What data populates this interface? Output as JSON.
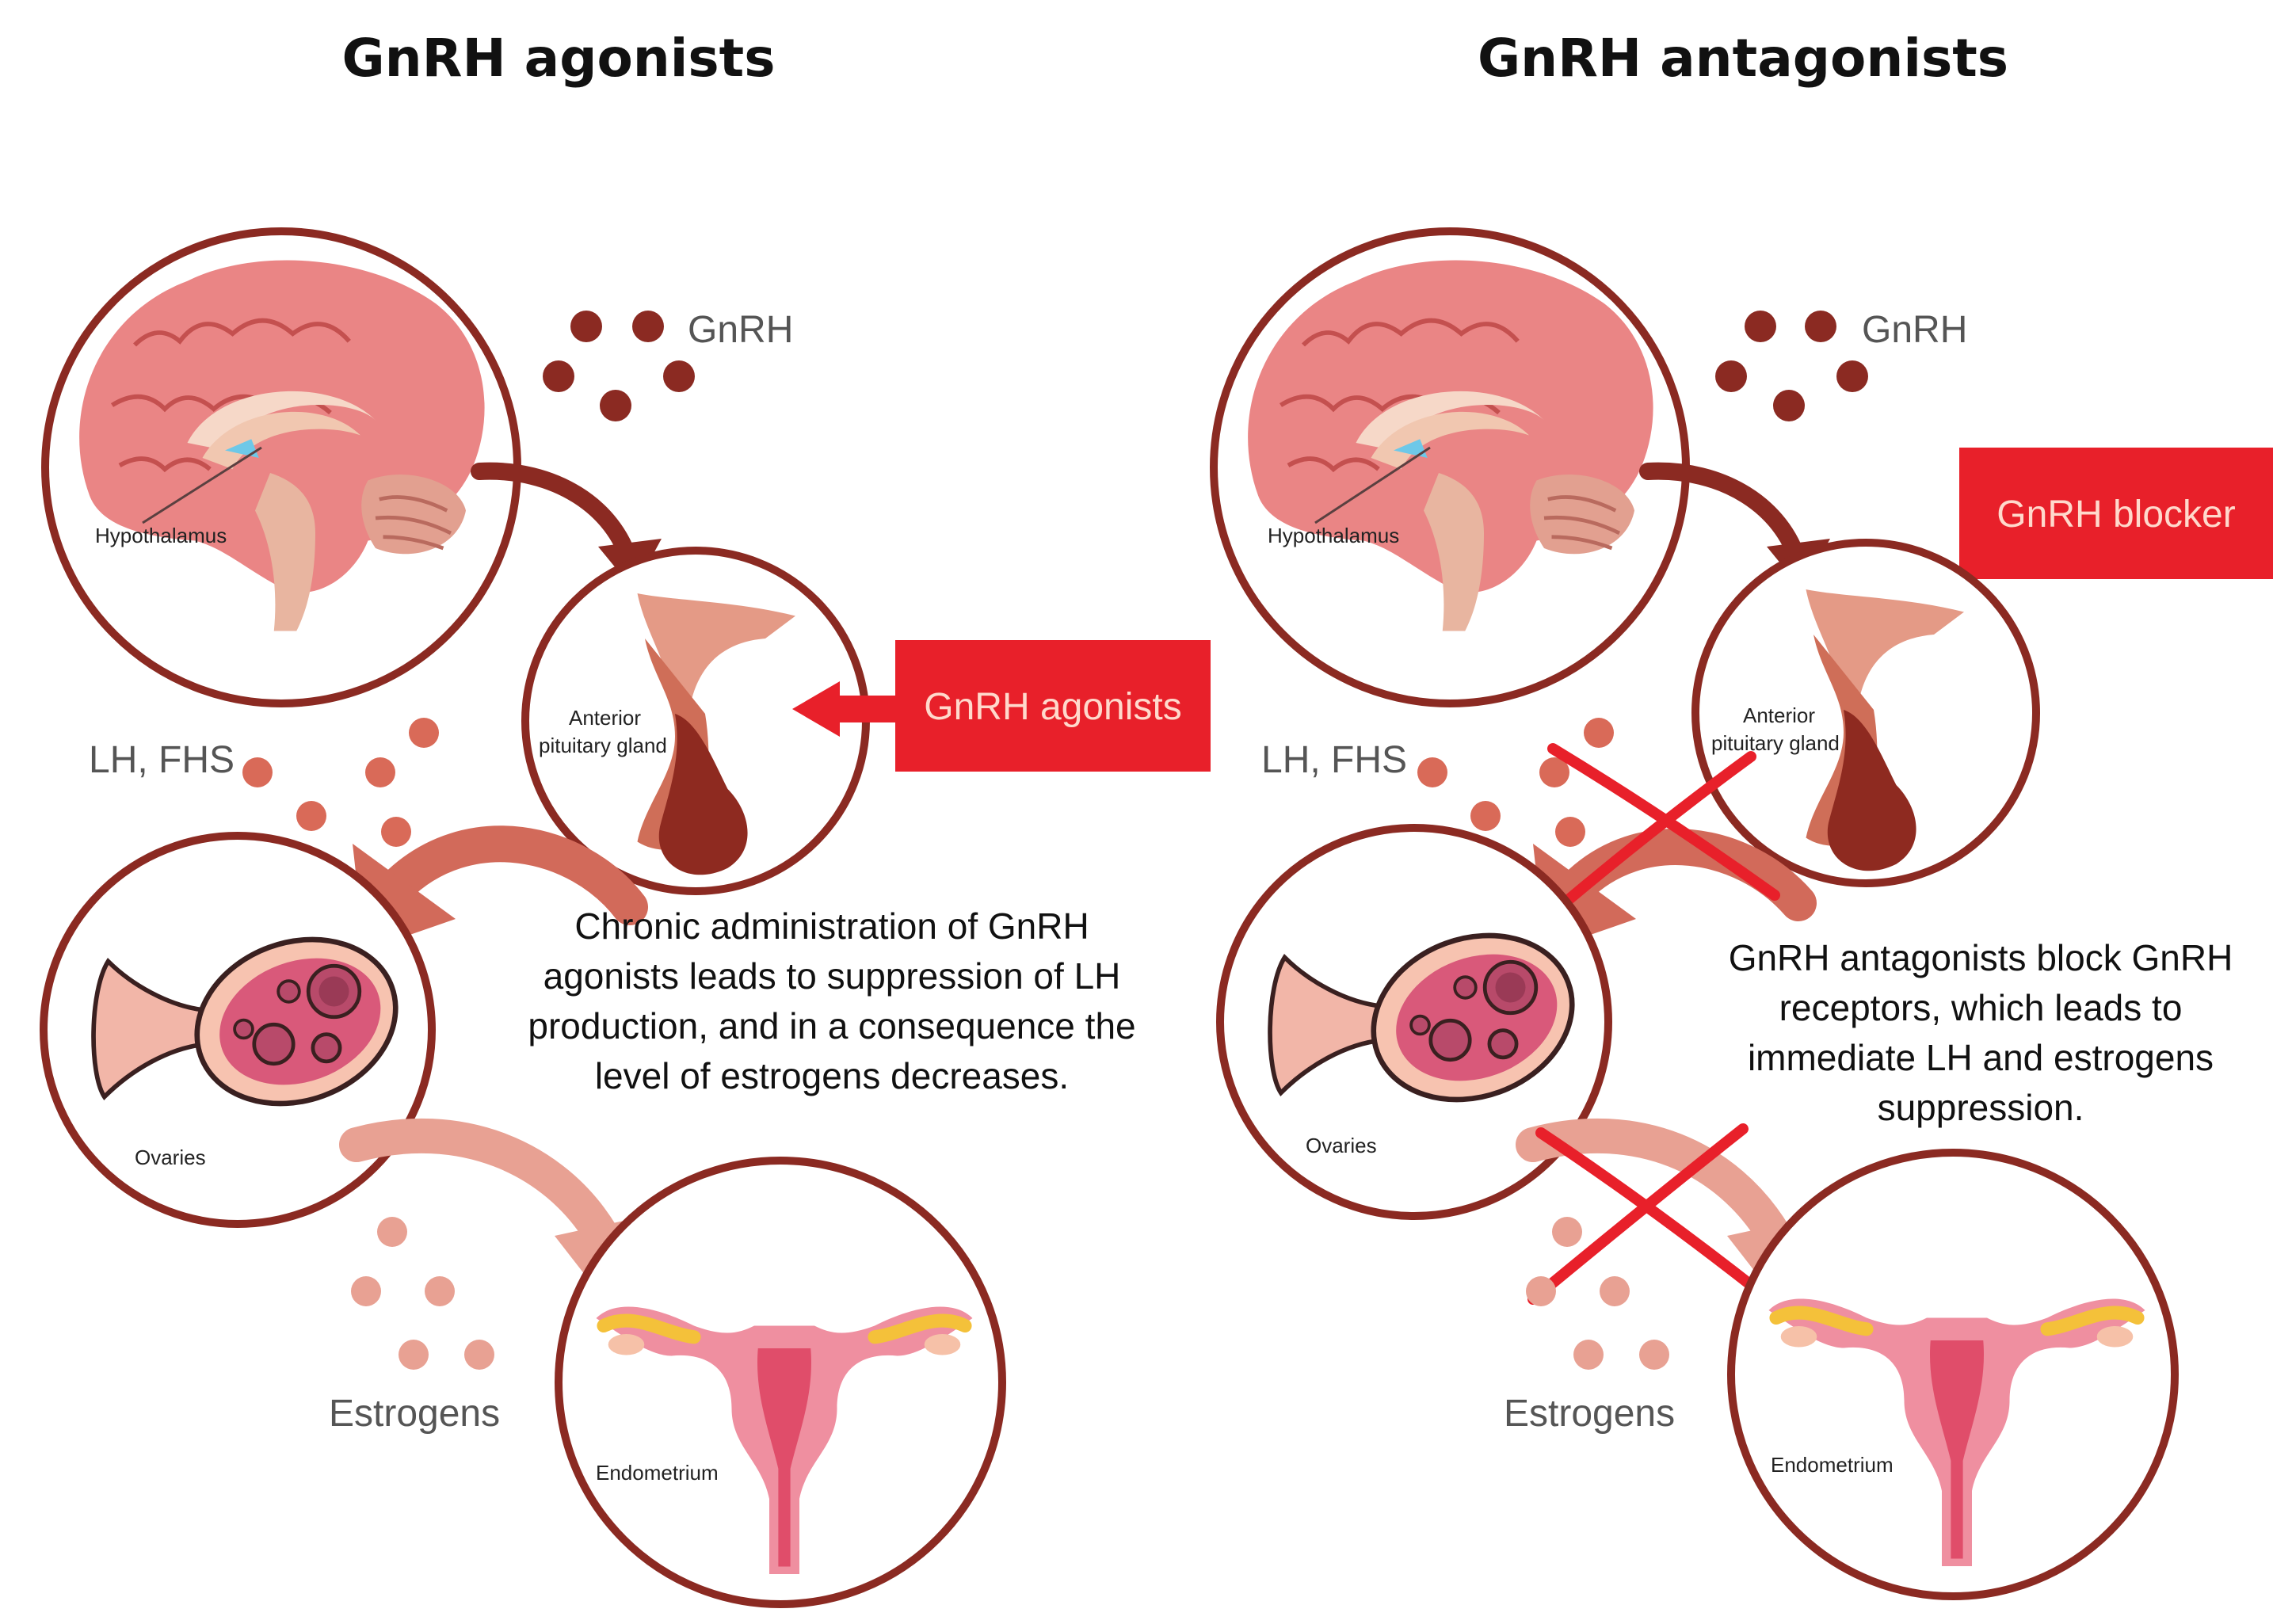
{
  "agonists": {
    "title": "GnRH agonists",
    "gnrh_label": "GnRH",
    "hypothalamus_label": "Hypothalamus",
    "pituitary_label": [
      "Anterior",
      "pituitary gland"
    ],
    "lh_label": "LH, FHS",
    "drug_box": "GnRH agonists",
    "ovaries_label": "Ovaries",
    "estrogens_label": "Estrogens",
    "endometrium_label": "Endometrium",
    "caption": [
      "Chronic administration of GnRH",
      "agonists leads to suppression of LH",
      "production, and in a consequence the",
      "level of estrogens decreases."
    ]
  },
  "antagonists": {
    "title": "GnRH antagonists",
    "gnrh_label": "GnRH",
    "hypothalamus_label": "Hypothalamus",
    "pituitary_label": [
      "Anterior",
      "pituitary gland"
    ],
    "lh_label": "LH, FHS",
    "drug_box": "GnRH blocker",
    "ovaries_label": "Ovaries",
    "estrogens_label": "Estrogens",
    "endometrium_label": "Endometrium",
    "caption": [
      "GnRH antagonists block GnRH",
      "receptors, which leads to",
      "immediate LH and  estrogens",
      "suppression."
    ]
  },
  "colors": {
    "circle_border": "#8b2a22",
    "drug_box": "#e8202a",
    "cross": "#e8202a",
    "brain": "#e8797a",
    "pituitary_dark": "#8e2a20",
    "pituitary_light": "#e59b86",
    "ovary": "#d9597a",
    "uterus": "#ef8fa0"
  }
}
